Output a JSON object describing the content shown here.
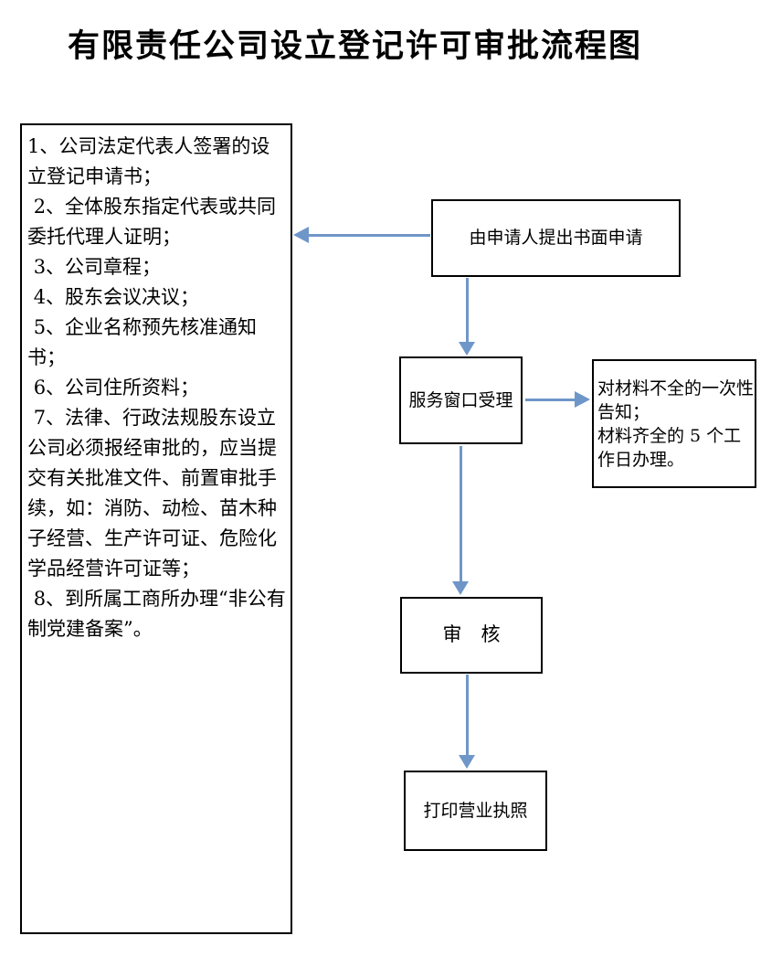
{
  "title": "有限责任公司设立登记许可审批流程图",
  "colors": {
    "arrow": "#6f96c8",
    "box_border": "#000000",
    "text": "#000000",
    "background": "#ffffff"
  },
  "materials_panel": {
    "items": [
      "1、公司法定代表人签署的设立登记申请书；",
      " 2、全体股东指定代表或共同委托代理人证明；",
      " 3、公司章程；",
      " 4、股东会议决议；",
      " 5、企业名称预先核准通知书；",
      " 6、公司住所资料；",
      " 7、法律、行政法规股东设立公司必须报经审批的，应当提交有关批准文件、前置审批手续，如：消防、动检、苗木种子经营、生产许可证、危险化学品经营许可证等；",
      " 8、到所属工商所办理“非公有制党建备案”。"
    ]
  },
  "flow": {
    "step1": "由申请人提出书面申请",
    "step2": "服务窗口受理",
    "step3": "审　核",
    "step4": "打印营业执照",
    "note": {
      "line1": "对材料不全的一次性告知；",
      "line2": "材料齐全的 5 个工作日办理。"
    }
  }
}
